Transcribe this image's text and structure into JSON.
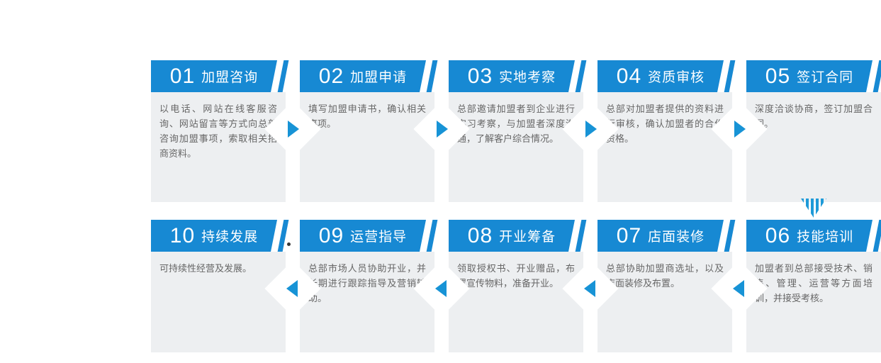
{
  "colors": {
    "header_blue": "#1789d3",
    "arrow_blue": "#1793d6",
    "down_arrow_blue": "#1e9ad8",
    "body_gray": "#edeff1",
    "body_text": "#666666"
  },
  "rows": [
    {
      "flow_direction": "right",
      "cards": [
        {
          "number": "01",
          "title": "加盟咨询",
          "body": "以电话、网站在线客服咨询、网站留言等方式向总部咨询加盟事项，索取相关招商资料。"
        },
        {
          "number": "02",
          "title": "加盟申请",
          "body": "填写加盟申请书，确认相关事项。"
        },
        {
          "number": "03",
          "title": "实地考察",
          "body": "总部邀请加盟者到企业进行实习考察，与加盟者深度沟通，了解客户综合情况。"
        },
        {
          "number": "04",
          "title": "资质审核",
          "body": "总部对加盟者提供的资料进行审核，确认加盟者的合作资格。"
        },
        {
          "number": "05",
          "title": "签订合同",
          "body": "深度洽谈协商，签订加盟合同。"
        }
      ]
    },
    {
      "flow_direction": "left",
      "cards": [
        {
          "number": "10",
          "title": "持续发展",
          "body": "可持续性经营及发展。"
        },
        {
          "number": "09",
          "title": "运营指导",
          "body": "总部市场人员协助开业，并长期进行跟踪指导及营销辅助。"
        },
        {
          "number": "08",
          "title": "开业筹备",
          "body": "领取授权书、开业赠品，布置宣传物料，准备开业。"
        },
        {
          "number": "07",
          "title": "店面装修",
          "body": "总部协助加盟商选址，以及店面装修及布置。"
        },
        {
          "number": "06",
          "title": "技能培训",
          "body": "加盟者到总部接受技术、销售、管理、运营等方面培训，并接受考核。"
        }
      ]
    }
  ]
}
